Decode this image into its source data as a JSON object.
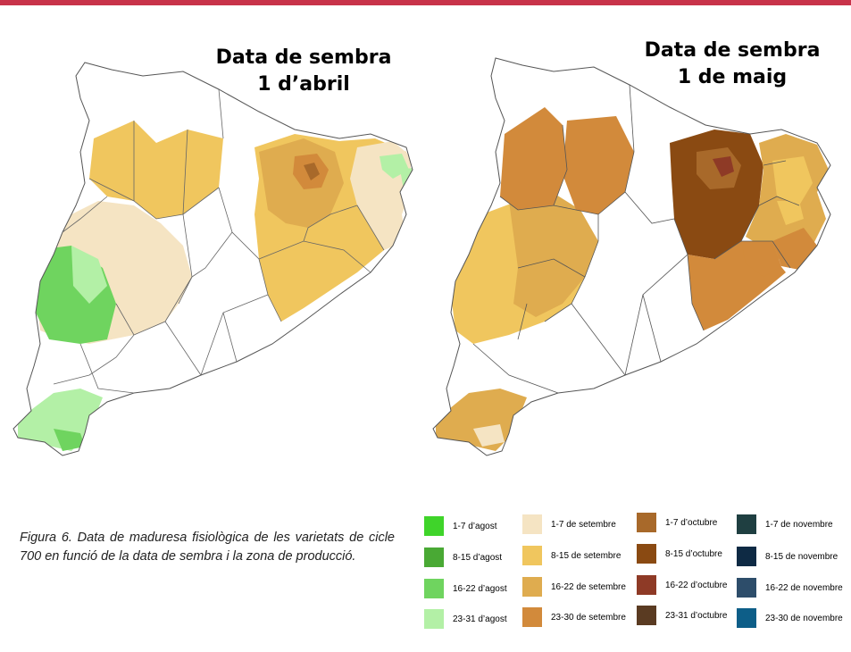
{
  "maps": [
    {
      "title_line1": "Data de sembra",
      "title_line2": "1 d’abril"
    },
    {
      "title_line1": "Data de sembra",
      "title_line2": "1 de maig"
    }
  ],
  "caption": "Figura 6. Data de maduresa fisiològica de les varietats de cicle 700 en funció de la data de sembra i la zona de producció.",
  "legend": {
    "columns": [
      [
        {
          "label": "1-7 d’agost",
          "color": "#3fd42a"
        },
        {
          "label": "8-15 d’agost",
          "color": "#49a934"
        },
        {
          "label": "16-22 d’agost",
          "color": "#6fd45f"
        },
        {
          "label": "23-31 d’agost",
          "color": "#b3f0a6"
        }
      ],
      [
        {
          "label": "1-7 de setembre",
          "color": "#f5e4c3"
        },
        {
          "label": "8-15 de setembre",
          "color": "#f0c65e"
        },
        {
          "label": "16-22 de setembre",
          "color": "#dfac4f"
        },
        {
          "label": "23-30 de setembre",
          "color": "#d28a3b"
        }
      ],
      [
        {
          "label": "1-7 d’octubre",
          "color": "#a8692a"
        },
        {
          "label": "8-15 d’octubre",
          "color": "#8a4a12"
        },
        {
          "label": "16-22 d’octubre",
          "color": "#8e3a26"
        },
        {
          "label": "23-31 d’octubre",
          "color": "#5a3b22"
        }
      ],
      [
        {
          "label": "1-7 de novembre",
          "color": "#1f3f41"
        },
        {
          "label": "8-15 de novembre",
          "color": "#0e2a44"
        },
        {
          "label": "16-22 de novembre",
          "color": "#2d4d6a"
        },
        {
          "label": "23-30 de novembre",
          "color": "#0d5e88"
        }
      ]
    ]
  }
}
